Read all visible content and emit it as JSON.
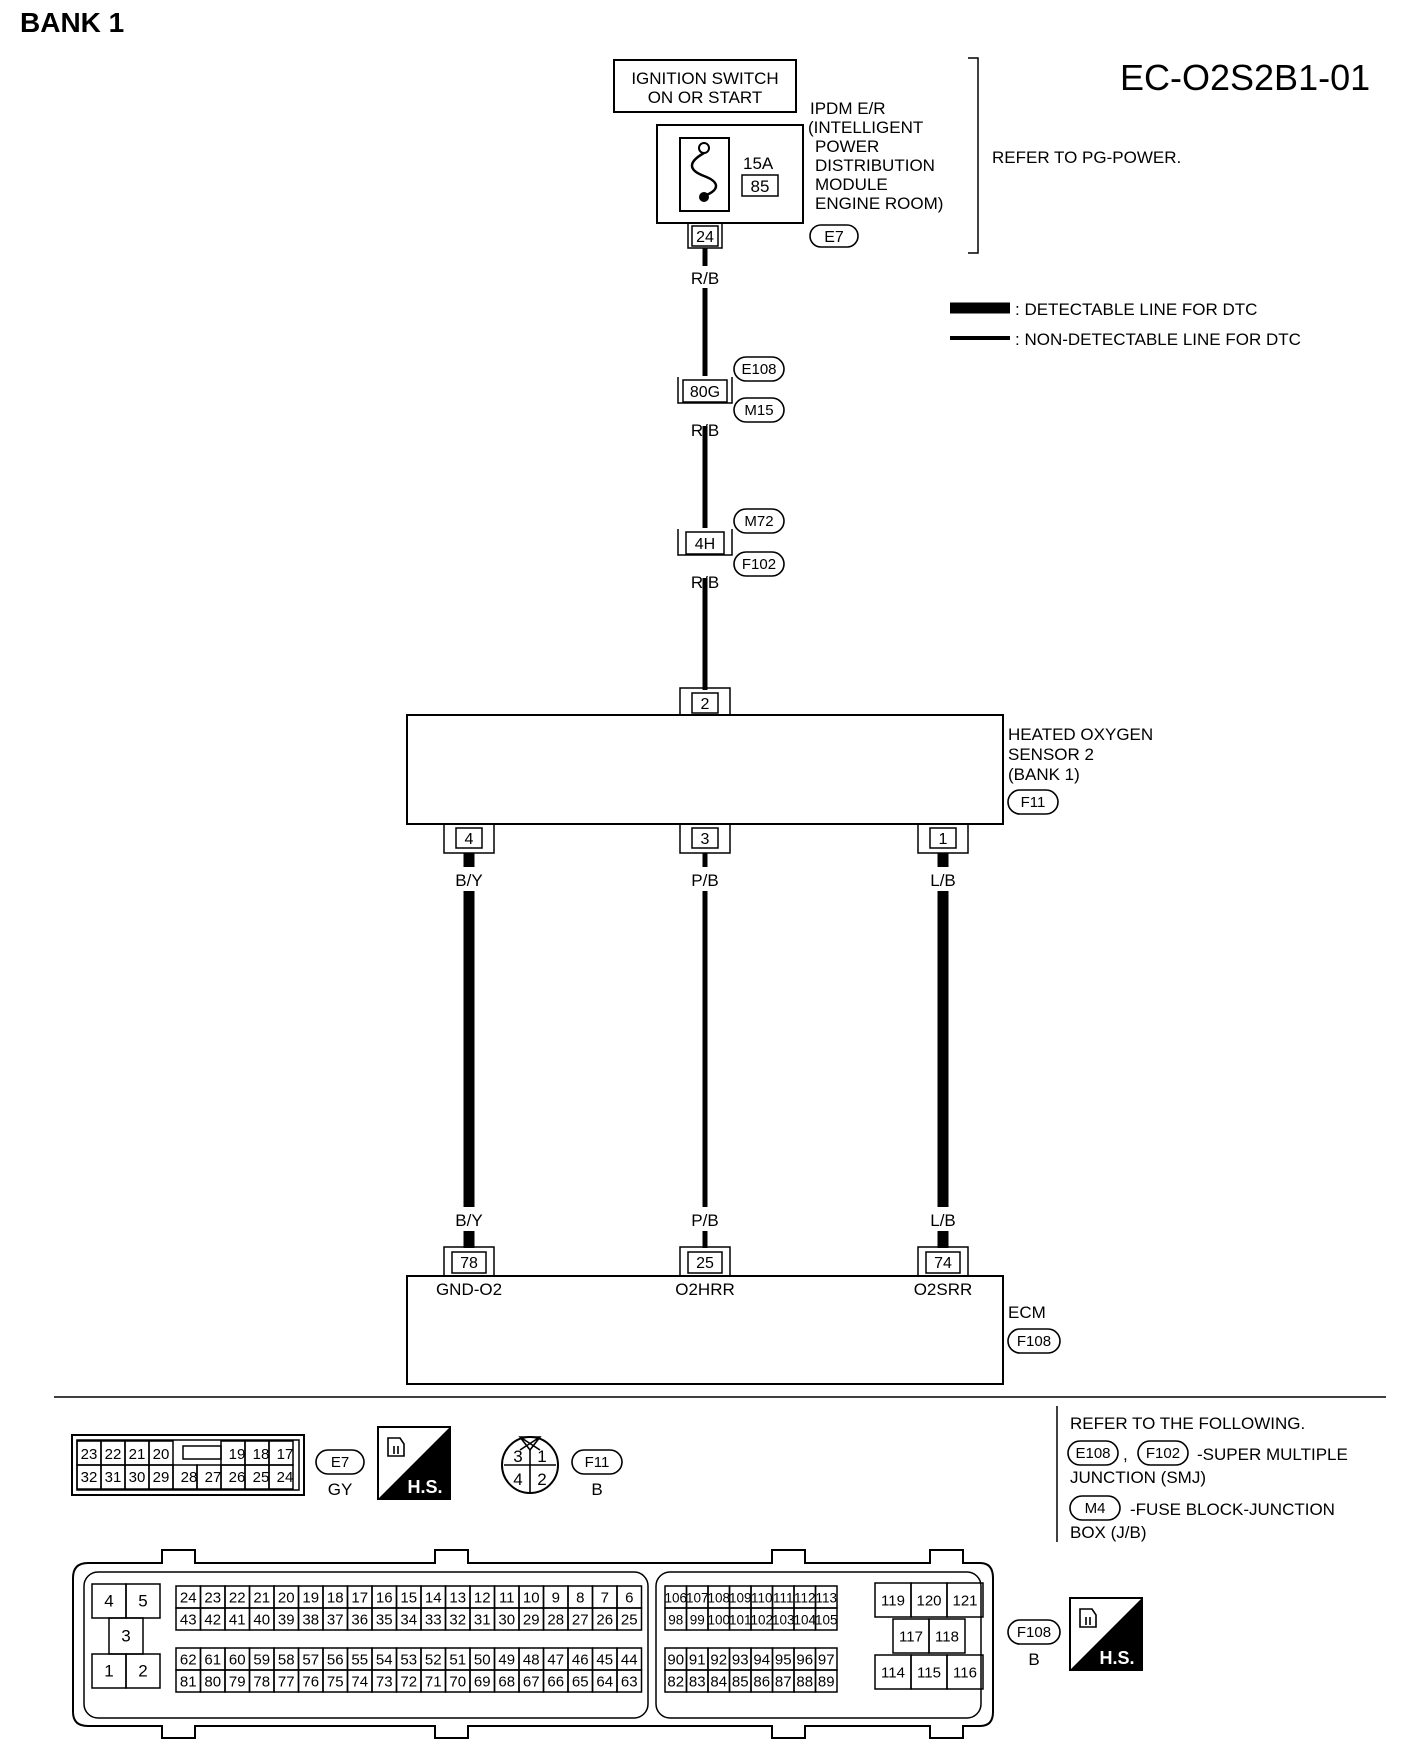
{
  "header": {
    "bank": "BANK 1",
    "diagram_id": "EC-O2S2B1-01"
  },
  "power": {
    "ignition": [
      "IGNITION SWITCH",
      "ON OR START"
    ],
    "ipdm": [
      "IPDM E/R",
      "(INTELLIGENT",
      "POWER",
      "DISTRIBUTION",
      "MODULE",
      "ENGINE ROOM)"
    ],
    "fuse_amp": "15A",
    "fuse_no": "85",
    "terminal": "24",
    "connector": "E7",
    "refer": "REFER TO PG-POWER."
  },
  "legend": {
    "detectable": ": DETECTABLE LINE FOR DTC",
    "non_detectable": ": NON-DETECTABLE LINE FOR DTC"
  },
  "wires": {
    "supply_1": "R/B",
    "supply_2": "R/B",
    "supply_3": "R/B",
    "j1_top": "E108",
    "j1_pin": "80G",
    "j1_bot": "M15",
    "j2_top": "M72",
    "j2_pin": "4H",
    "j2_bot": "F102"
  },
  "sensor": {
    "lines": [
      "HEATED OXYGEN",
      "SENSOR 2",
      "(BANK 1)"
    ],
    "connector": "F11",
    "pin_top": "2",
    "pins": [
      "4",
      "3",
      "1"
    ],
    "colors_top": [
      "B/Y",
      "P/B",
      "L/B"
    ],
    "colors_bottom": [
      "B/Y",
      "P/B",
      "L/B"
    ]
  },
  "ecm": {
    "label": "ECM",
    "connector": "F108",
    "pins": [
      "78",
      "25",
      "74"
    ],
    "signals": [
      "GND-O2",
      "O2HRR",
      "O2SRR"
    ]
  },
  "connectors": {
    "e7_top": [
      "23",
      "22",
      "21",
      "20",
      "19",
      "18",
      "17"
    ],
    "e7_bottom": [
      "32",
      "31",
      "30",
      "29",
      "28",
      "27",
      "26",
      "25",
      "24"
    ],
    "e7_id": "E7",
    "e7_color": "GY",
    "hs": "H.S.",
    "f11_pins": [
      "3",
      "1",
      "4",
      "2"
    ],
    "f11_id": "F11",
    "f11_color": "B",
    "ecm_left_pins": [
      "4",
      "5",
      "3",
      "1",
      "2"
    ],
    "ecm_row1": [
      "24",
      "23",
      "22",
      "21",
      "20",
      "19",
      "18",
      "17",
      "16",
      "15",
      "14",
      "13",
      "12",
      "11",
      "10",
      "9",
      "8",
      "7",
      "6"
    ],
    "ecm_row2": [
      "43",
      "42",
      "41",
      "40",
      "39",
      "38",
      "37",
      "36",
      "35",
      "34",
      "33",
      "32",
      "31",
      "30",
      "29",
      "28",
      "27",
      "26",
      "25"
    ],
    "ecm_row3": [
      "62",
      "61",
      "60",
      "59",
      "58",
      "57",
      "56",
      "55",
      "54",
      "53",
      "52",
      "51",
      "50",
      "49",
      "48",
      "47",
      "46",
      "45",
      "44"
    ],
    "ecm_row4": [
      "81",
      "80",
      "79",
      "78",
      "77",
      "76",
      "75",
      "74",
      "73",
      "72",
      "71",
      "70",
      "69",
      "68",
      "67",
      "66",
      "65",
      "64",
      "63"
    ],
    "ecm_mid_row1": [
      "106",
      "107",
      "108",
      "109",
      "110",
      "111",
      "112",
      "113"
    ],
    "ecm_mid_row2": [
      "98",
      "99",
      "100",
      "101",
      "102",
      "103",
      "104",
      "105"
    ],
    "ecm_mid_row3": [
      "90",
      "91",
      "92",
      "93",
      "94",
      "95",
      "96",
      "97"
    ],
    "ecm_mid_row4": [
      "82",
      "83",
      "84",
      "85",
      "86",
      "87",
      "88",
      "89"
    ],
    "ecm_right_top": [
      "119",
      "120",
      "121"
    ],
    "ecm_right_mid": [
      "117",
      "118"
    ],
    "ecm_right_bottom": [
      "114",
      "115",
      "116"
    ],
    "f108_id": "F108",
    "f108_color": "B"
  },
  "refer_following": {
    "title": "REFER TO THE FOLLOWING.",
    "smj_a": "E108",
    "sep": ",",
    "smj_b": "F102",
    "smj_text_1": "-SUPER MULTIPLE",
    "smj_text_2": "JUNCTION (SMJ)",
    "jb_id": "M4",
    "jb_text_1": "-FUSE BLOCK-JUNCTION",
    "jb_text_2": "BOX (J/B)"
  }
}
